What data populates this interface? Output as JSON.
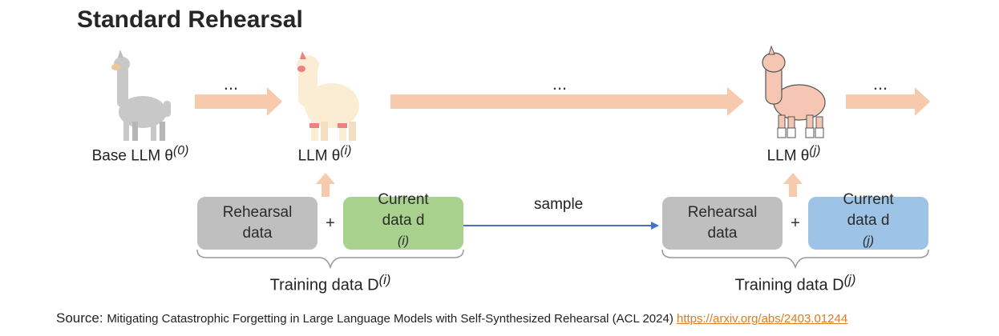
{
  "title": "Standard Rehearsal",
  "dots": [
    "...",
    "...",
    "..."
  ],
  "models": [
    {
      "label_main": "Base LLM θ",
      "label_sup": "(0)",
      "icon": "grey-llama-icon"
    },
    {
      "label_main": "LLM θ",
      "label_sup": "(i)",
      "icon": "cream-alpaca-icon"
    },
    {
      "label_main": "LLM θ",
      "label_sup": "(j)",
      "icon": "pink-alpaca-icon"
    }
  ],
  "group_i": {
    "rehearsal": [
      "Rehearsal",
      "data"
    ],
    "plus": "+",
    "current_main": [
      "Current",
      "data d"
    ],
    "current_sup": "(i)",
    "training_main": "Training data D",
    "training_sup": "(i)"
  },
  "group_j": {
    "rehearsal": [
      "Rehearsal",
      "data"
    ],
    "plus": "+",
    "current_main": [
      "Current",
      "data d"
    ],
    "current_sup": "(j)",
    "training_main": "Training data D",
    "training_sup": "(j)"
  },
  "sample_label": "sample",
  "source": {
    "prefix": "Source: ",
    "text": "Mitigating Catastrophic Forgetting in Large Language Models with Self-Synthesized Rehearsal (ACL 2024) ",
    "link": "https://arxiv.org/abs/2403.01244"
  },
  "colors": {
    "arrow": "#f7c9ad",
    "rehearsal_box": "#bfbfbf",
    "current_i_box": "#a8d18d",
    "current_j_box": "#9dc3e6",
    "sample_arrow": "#4472c4",
    "link": "#e07b1f"
  }
}
